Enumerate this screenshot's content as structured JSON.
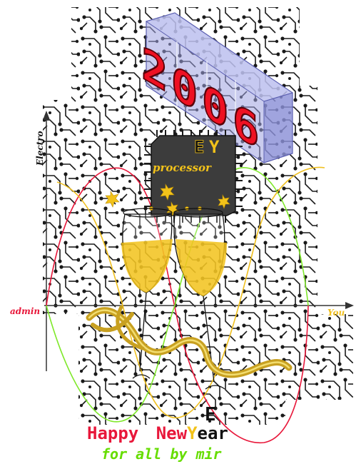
{
  "labels": {
    "y_axis": "Electro",
    "x_axis": "You",
    "origin": "admin",
    "chip": "processor",
    "chip_logo": "Y",
    "year_digits": [
      "2",
      "0",
      "0",
      "6"
    ]
  },
  "greeting": {
    "happy": "Happy",
    "new": "New",
    "year_y": "Y",
    "year_rest": "ear",
    "line2": "for all by mir"
  },
  "colors": {
    "circuit": "#1a1a1a",
    "red_curve": "#e8173a",
    "green_curve": "#7fe82a",
    "yellow_curve": "#f0c020",
    "gold": "#f2c21a",
    "ribbon": "#c8a020",
    "digit_red": "#ee1122",
    "glass_box": "#9fa3e0",
    "chip_body": "#3c3c3c",
    "happy_new": "#e8173a",
    "ear": "#111111",
    "line2": "#66dd00"
  }
}
